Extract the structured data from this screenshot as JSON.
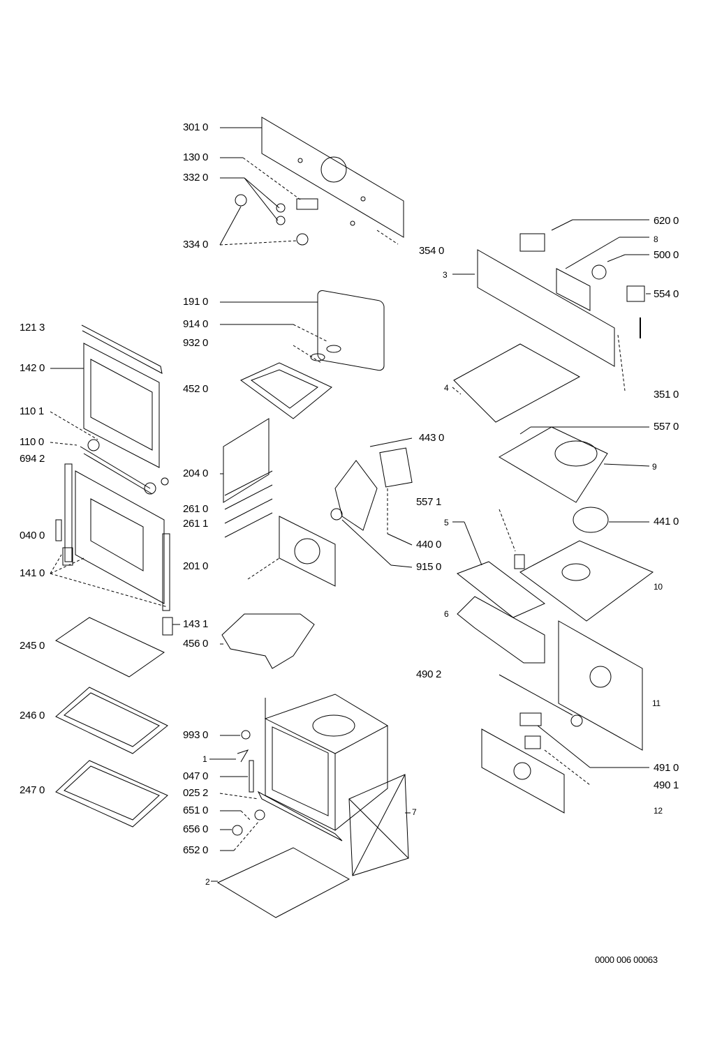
{
  "diagram": {
    "type": "exploded-parts-view",
    "labels": [
      "301 0",
      "130 0",
      "332 0",
      "334 0",
      "354 0",
      "620 0",
      "8",
      "500 0",
      "3",
      "554 0",
      "191 0",
      "914 0",
      "121 3",
      "932 0",
      "142 0",
      "4",
      "452 0",
      "351 0",
      "110 1",
      "557 0",
      "443 0",
      "110 0",
      "694 2",
      "9",
      "204 0",
      "557 1",
      "261 0",
      "261 1",
      "441 0",
      "5",
      "040 0",
      "440 0",
      "201 0",
      "915 0",
      "141 0",
      "10",
      "6",
      "143 1",
      "456 0",
      "245 0",
      "490 2",
      "11",
      "246 0",
      "993 0",
      "1",
      "491 0",
      "047 0",
      "490 1",
      "247 0",
      "025 2",
      "651 0",
      "12",
      "7",
      "656 0",
      "652 0",
      "2"
    ],
    "drawing_number": "0000 006 00063"
  }
}
